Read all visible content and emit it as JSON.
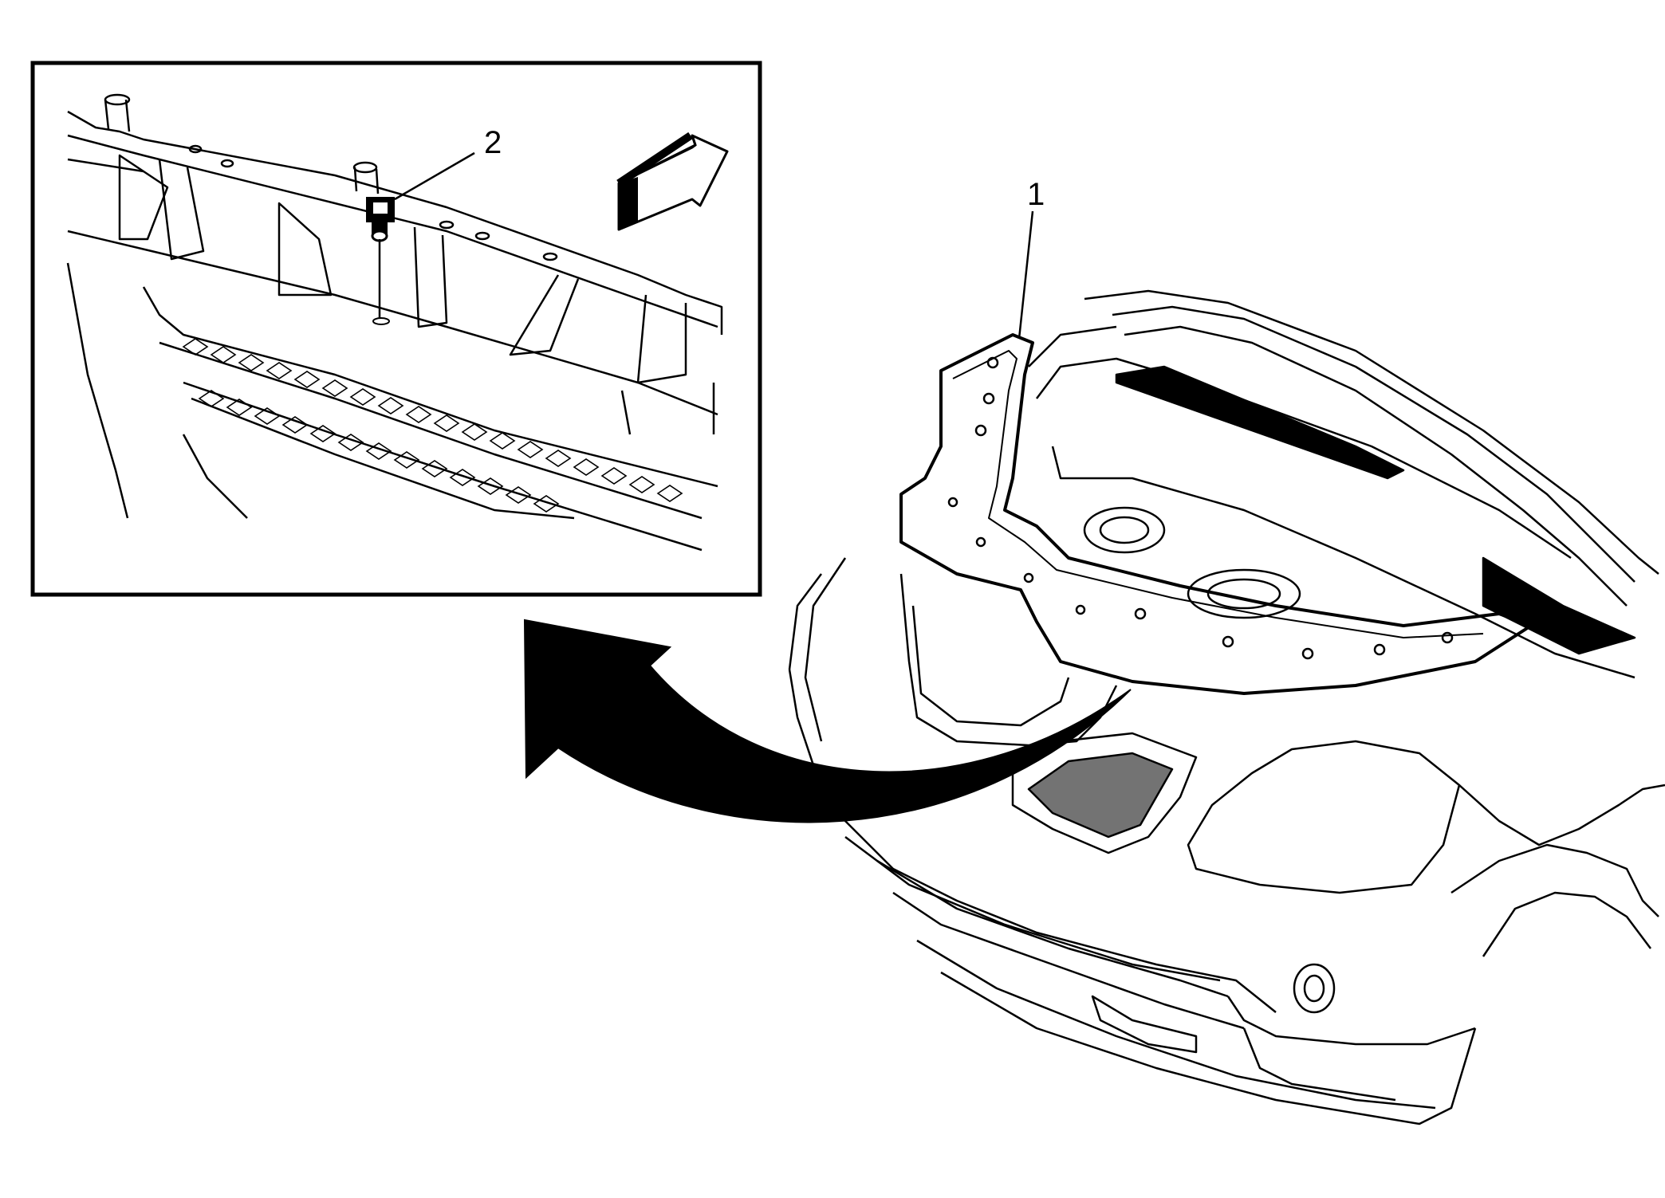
{
  "callouts": {
    "one": "1",
    "two": "2"
  },
  "colors": {
    "line": "#000000",
    "background": "#ffffff",
    "fill_dark": "#000000"
  },
  "icons": {
    "forward_arrow": "direction-arrow-icon",
    "reference_arrow": "curved-reference-arrow"
  }
}
